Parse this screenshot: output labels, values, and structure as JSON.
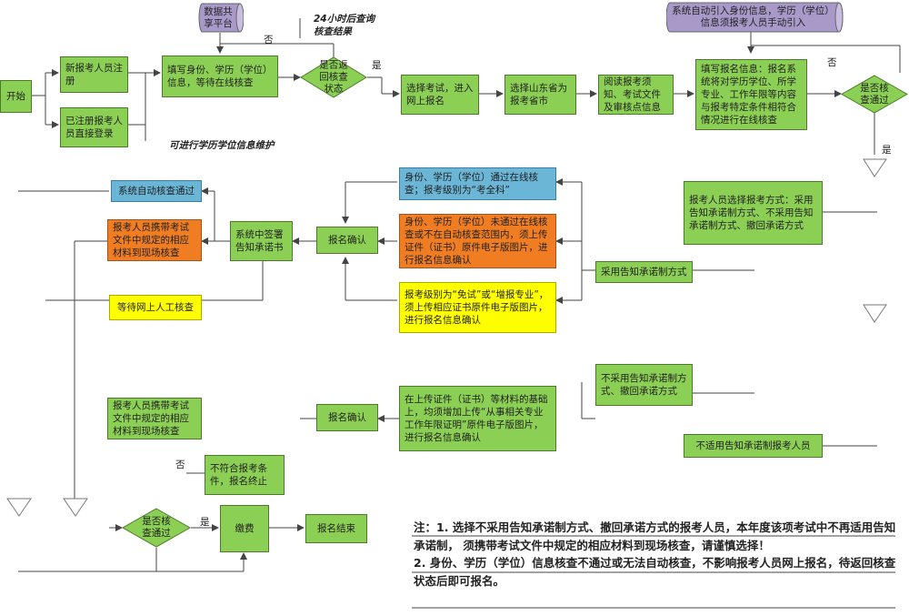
{
  "colors": {
    "green": "#8ccf55",
    "blue": "#6bb6d6",
    "orange": "#f07d22",
    "yellow": "#ffff00",
    "purple": "#a899c9",
    "line": "#444444"
  },
  "start": "开始",
  "db_platform": "数据共享平台",
  "db_system": "系统自动引入身份信息，学历（学位）信息须报考人员手动引入",
  "note_24h": "24小时后查询核查结果",
  "note_maintain": "可进行学历学位信息维护",
  "labels": {
    "no": "否",
    "yes": "是"
  },
  "boxes": {
    "new_reg": "新报考人员注册",
    "registered": "已注册报考人员直接登录",
    "fill_identity": "填写身份、学历（学位）信息，等待在线核查",
    "select_exam": "选择考试，进入网上报名",
    "select_province": "选择山东省为报考省市",
    "read_notice": "阅读报考须知、考试文件及审核点信息",
    "fill_info": "填写报名信息：报名系统将对学历学位、所学专业、工作年限等内容与报考特定条件相符合情况进行在线核查",
    "choose_method": "报考人员选择报考方式：采用告知承诺制方式、不采用告知承诺制方式、撤回承诺方式",
    "adopt_commit": "采用告知承诺制方式",
    "passed_online": "身份、学历（学位）通过在线核查；报考级别为“考全科”",
    "failed_online": "身份、学历（学位）未通过在线核查或不在自动核查范围内，须上传证件（证书）原件电子版图片，进行报名信息确认",
    "exempt_level": "报考级别为“免试”或“增报专业”，须上传相应证书原件电子版图片，进行报名信息确认",
    "confirm1": "报名确认",
    "sign_commit": "系统中签署告知承诺书",
    "auto_pass": "系统自动核查通过",
    "bring_materials1": "报考人员携带考试文件中规定的相应材料到现场核查",
    "wait_manual": "等待网上人工核查",
    "no_commit": "不采用告知承诺制方式、撤回承诺方式",
    "upload_extra": "在上传证件（证书）等材料的基础上，均须增加上传“从事相关专业工作年限证明”原件电子版图片，进行报名信息确认",
    "confirm2": "报名确认",
    "bring_materials2": "报考人员携带考试文件中规定的相应材料到现场核查",
    "not_applicable": "不适用告知承诺制报考人员",
    "not_qualified": "不符合报考条件，报名终止",
    "pay": "缴费",
    "end": "报名结束"
  },
  "diamonds": {
    "return_status": "是否返回核查状态",
    "check_pass_top": "是否核查通过",
    "check_pass_bottom": "是否核查通过"
  },
  "notes": [
    "注：1. 选择不采用告知承诺制方式、撤回承诺方式的报考人员，本年度该项考试中不再适用告知承诺制， 须携带考试文件中规定的相应材料到现场核查，请谨慎选择！",
    "2. 身份、学历（学位）信息核查不通过或无法自动核查，不影响报考人员网上报名，待返回核查状态后即可报名。"
  ]
}
